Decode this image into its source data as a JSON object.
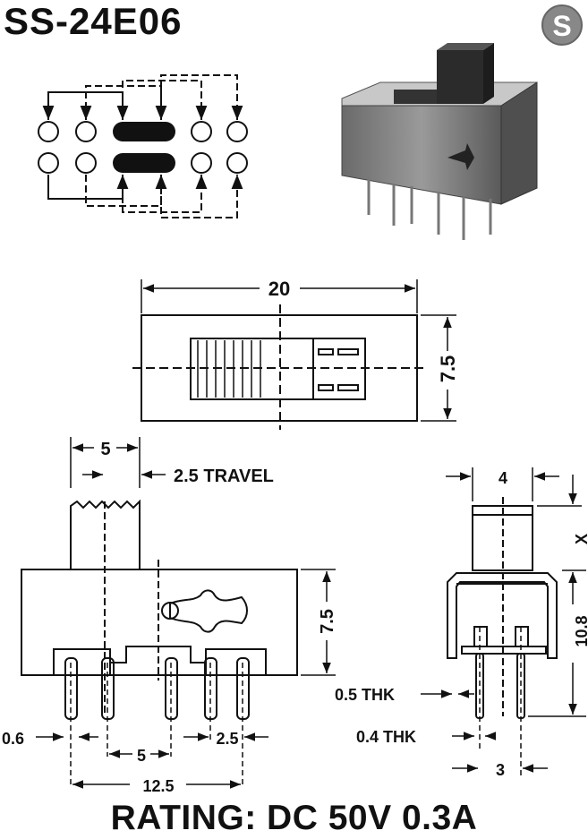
{
  "header": {
    "model": "SS-24E06",
    "logo_letter": "S"
  },
  "dimensions": {
    "top_width": "20",
    "top_height": "7.5",
    "actuator_width": "5",
    "travel": "2.5 TRAVEL",
    "body_height": "7.5",
    "pin_width": "0.6",
    "pin_pitch": "5",
    "pin_pitch_2": "2.5",
    "pin_span": "12.5",
    "side_width": "4",
    "side_x": "X",
    "side_height": "10.8",
    "thk_1": "0.5 THK",
    "thk_2": "0.4 THK",
    "side_pitch": "3"
  },
  "footer": {
    "rating": "RATING: DC 50V 0.3A"
  }
}
